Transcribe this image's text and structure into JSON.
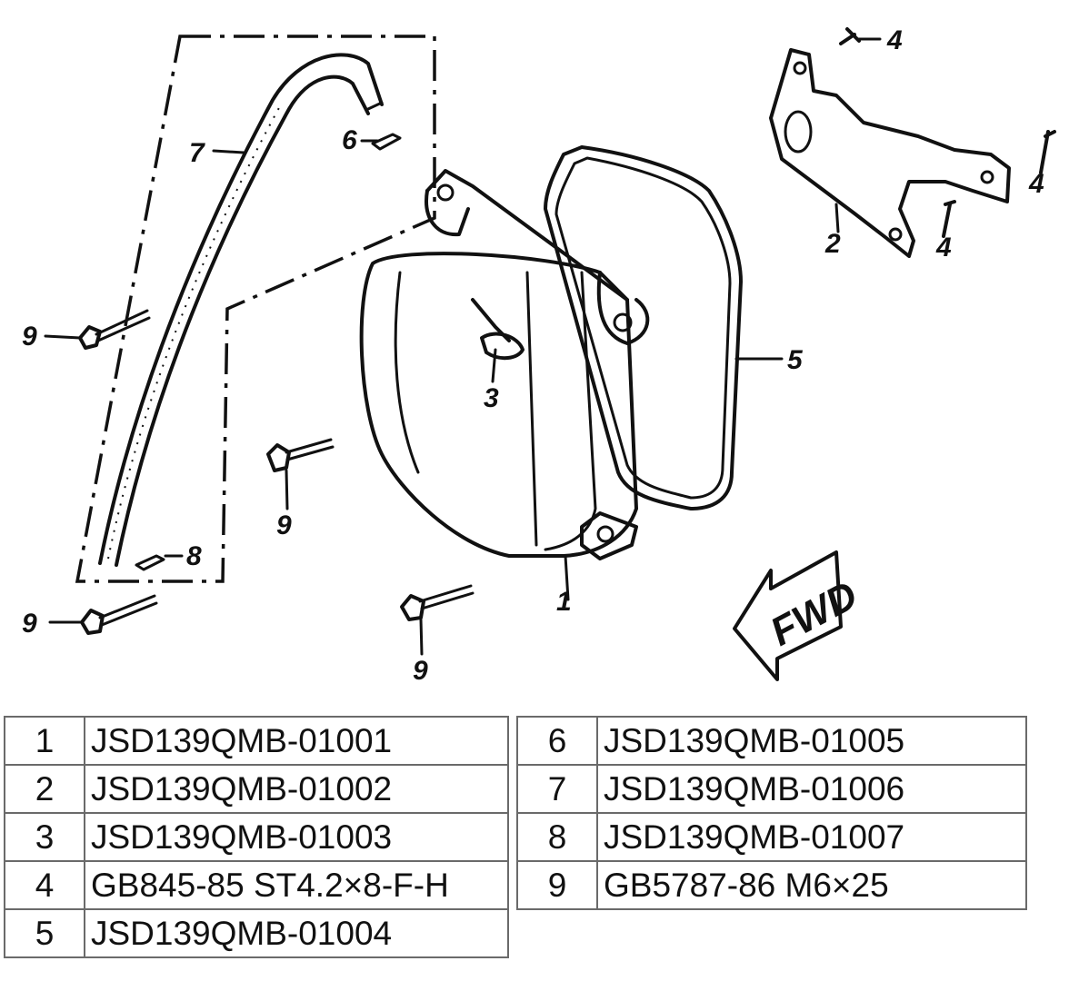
{
  "callouts": {
    "c1": "1",
    "c2": "2",
    "c3": "3",
    "c4a": "4",
    "c4b": "4",
    "c4c": "4",
    "c5": "5",
    "c6": "6",
    "c7": "7",
    "c8": "8",
    "c9a": "9",
    "c9b": "9",
    "c9c": "9",
    "c9d": "9"
  },
  "fwd_arrow": {
    "label": "FWD"
  },
  "parts_table": {
    "left": [
      {
        "no": "1",
        "code": "JSD139QMB-01001"
      },
      {
        "no": "2",
        "code": "JSD139QMB-01002"
      },
      {
        "no": "3",
        "code": "JSD139QMB-01003"
      },
      {
        "no": "4",
        "code": "GB845-85 ST4.2×8-F-H"
      },
      {
        "no": "5",
        "code": "JSD139QMB-01004"
      }
    ],
    "right": [
      {
        "no": "6",
        "code": "JSD139QMB-01005"
      },
      {
        "no": "7",
        "code": "JSD139QMB-01006"
      },
      {
        "no": "8",
        "code": "JSD139QMB-01007"
      },
      {
        "no": "9",
        "code": "GB5787-86 M6×25"
      }
    ]
  }
}
